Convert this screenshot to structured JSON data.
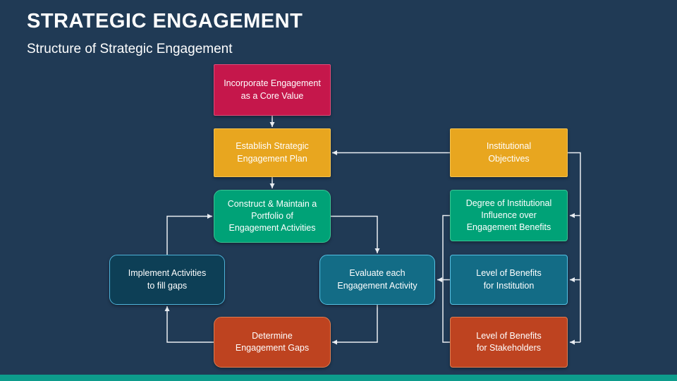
{
  "slide": {
    "title": "STRATEGIC ENGAGEMENT",
    "subtitle": "Structure of Strategic Engagement",
    "background": "#203A55",
    "accent_bar_color": "#0D9C8C",
    "connector_color": "#E9EDF2",
    "text_color": "#FFFFFF"
  },
  "nodes": [
    {
      "id": "incorporate",
      "label": "Incorporate Engagement\nas a Core Value",
      "fill": "#C5174B",
      "border": "#DE4C79"
    },
    {
      "id": "establish-plan",
      "label": "Establish Strategic\nEngagement Plan",
      "fill": "#E8A61F",
      "border": "#F6C44F"
    },
    {
      "id": "institutional-objectives",
      "label": "Institutional\nObjectives",
      "fill": "#E8A61F",
      "border": "#F6C44F"
    },
    {
      "id": "construct-portfolio",
      "label": "Construct & Maintain a\nPortfolio of\nEngagement Activities",
      "fill": "#00A277",
      "border": "#3AC493"
    },
    {
      "id": "degree-influence",
      "label": "Degree of Institutional\nInfluence over\nEngagement Benefits",
      "fill": "#00A277",
      "border": "#3AC493"
    },
    {
      "id": "implement-activities",
      "label": "Implement Activities\nto fill gaps",
      "fill": "#0D3F56",
      "border": "#4FB3D9"
    },
    {
      "id": "evaluate-activity",
      "label": "Evaluate each\nEngagement Activity",
      "fill": "#136C86",
      "border": "#55C1E4"
    },
    {
      "id": "benefits-institution",
      "label": "Level of Benefits\nfor Institution",
      "fill": "#136C86",
      "border": "#55C1E4"
    },
    {
      "id": "determine-gaps",
      "label": "Determine\nEngagement Gaps",
      "fill": "#BE4320",
      "border": "#DD7C50"
    },
    {
      "id": "benefits-stakeholders",
      "label": "Level of Benefits\nfor Stakeholders",
      "fill": "#BE4320",
      "border": "#DD7C50"
    }
  ],
  "edges": [
    {
      "from": "incorporate",
      "to": "establish-plan"
    },
    {
      "from": "institutional-objectives",
      "to": "establish-plan"
    },
    {
      "from": "establish-plan",
      "to": "construct-portfolio"
    },
    {
      "from": "construct-portfolio",
      "to": "evaluate-activity"
    },
    {
      "from": "evaluate-activity",
      "to": "determine-gaps"
    },
    {
      "from": "determine-gaps",
      "to": "implement-activities"
    },
    {
      "from": "implement-activities",
      "to": "construct-portfolio"
    },
    {
      "from": "degree-influence",
      "to": "evaluate-activity"
    },
    {
      "from": "benefits-institution",
      "to": "evaluate-activity"
    },
    {
      "from": "benefits-stakeholders",
      "to": "evaluate-activity"
    },
    {
      "from": "institutional-objectives",
      "to": "degree-influence"
    },
    {
      "from": "institutional-objectives",
      "to": "benefits-institution"
    },
    {
      "from": "institutional-objectives",
      "to": "benefits-stakeholders"
    }
  ]
}
